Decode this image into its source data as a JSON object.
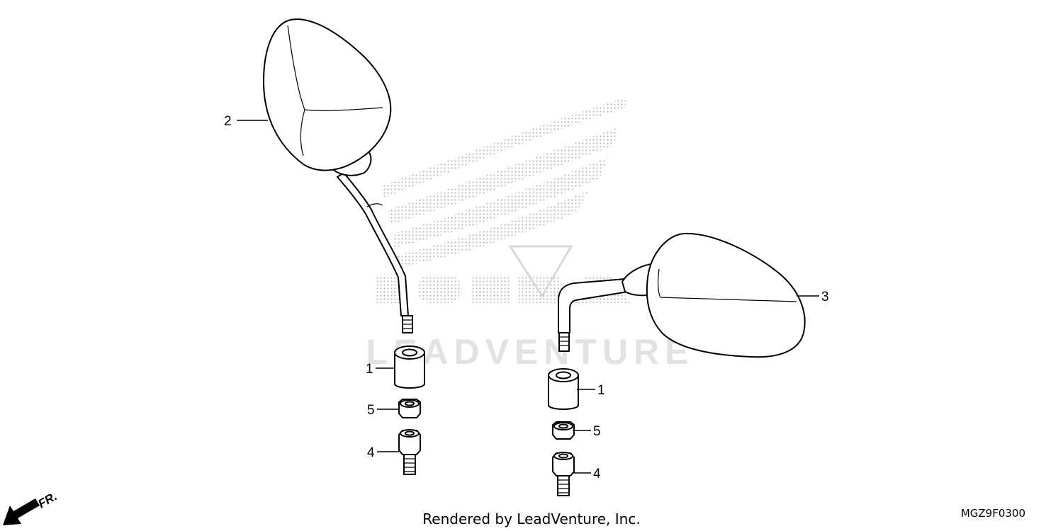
{
  "diagram": {
    "callouts": [
      {
        "id": "left-mirror",
        "label": "2"
      },
      {
        "id": "right-mirror",
        "label": "3"
      },
      {
        "id": "left-adapter",
        "label": "1"
      },
      {
        "id": "right-adapter",
        "label": "1"
      },
      {
        "id": "left-nut",
        "label": "5"
      },
      {
        "id": "right-nut",
        "label": "5"
      },
      {
        "id": "left-bolt",
        "label": "4"
      },
      {
        "id": "right-bolt",
        "label": "4"
      }
    ],
    "direction_label": "FR.",
    "diagram_code": "MGZ9F0300"
  },
  "watermark": {
    "brand": "HONDA",
    "text": "LEADVENTURE"
  },
  "footer": {
    "credit": "Rendered by LeadVenture, Inc."
  },
  "colors": {
    "line": "#000000",
    "watermark_dots": "#b8b8b8",
    "watermark_text": "#e2e2e2",
    "background": "#ffffff"
  }
}
